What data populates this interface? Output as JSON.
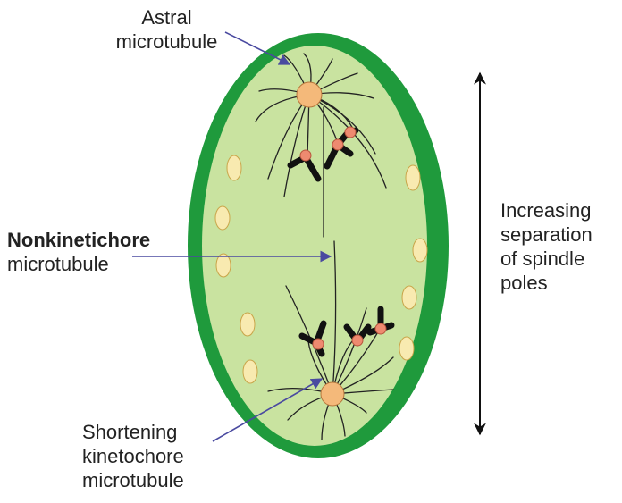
{
  "labels": {
    "astral": [
      "Astral",
      "microtubule"
    ],
    "nonkinetochore": [
      "Nonkinetichore",
      "microtubule"
    ],
    "shortening": [
      "Shortening",
      "kinetochore",
      "microtubule"
    ],
    "separation": [
      "Increasing",
      "separation",
      "of spindle",
      "poles"
    ]
  },
  "colors": {
    "cell_wall": "#1f9a3c",
    "cytoplasm": "#c9e3a0",
    "centrosome": "#f4b97a",
    "kinetochore": "#ee8a70",
    "chromosome": "#111111",
    "arrow": "#4a4aa0",
    "vesicle": "#f8eab0"
  }
}
